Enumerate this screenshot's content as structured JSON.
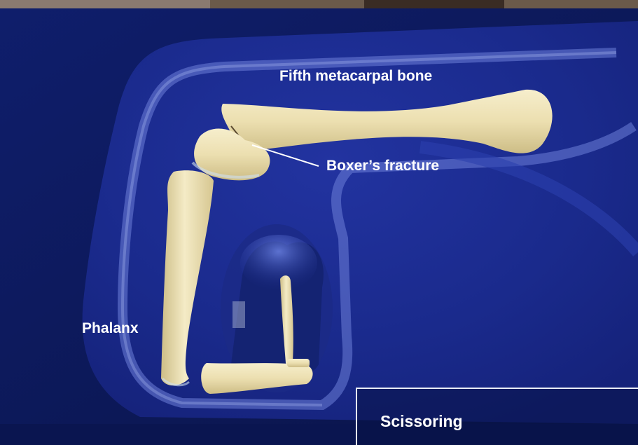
{
  "labels": {
    "metacarpal": "Fifth metacarpal bone",
    "fracture": "Boxer’s fracture",
    "phalanx": "Phalanx",
    "inset_title": "Scissoring"
  },
  "colors": {
    "background": "#0a1550",
    "hand": "#1a2a8c",
    "bone": "#ecdfb0",
    "label": "#ffffff"
  }
}
